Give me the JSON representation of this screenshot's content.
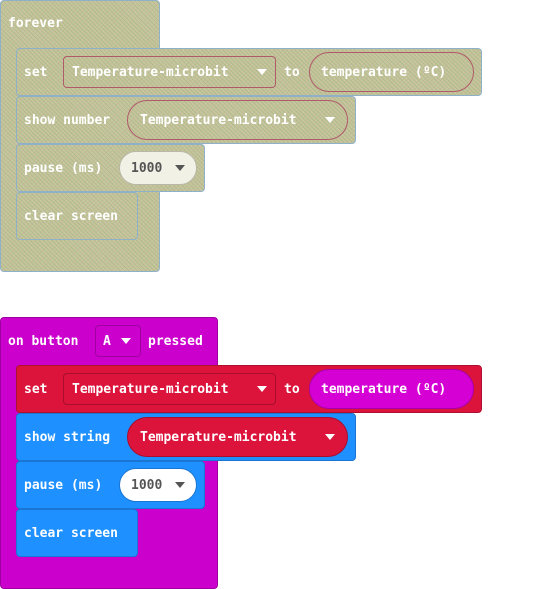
{
  "block1": {
    "hat_label": "forever",
    "set": {
      "label": "set",
      "variable": "Temperature-microbit",
      "to_label": "to",
      "value": "temperature (ºC)"
    },
    "show": {
      "label": "show number",
      "value": "Temperature-microbit"
    },
    "pause": {
      "label": "pause (ms)",
      "value": "1000"
    },
    "clear": {
      "label": "clear screen"
    }
  },
  "block2": {
    "hat_label": "on button",
    "button_value": "A",
    "pressed_label": "pressed",
    "set": {
      "label": "set",
      "variable": "Temperature-microbit",
      "to_label": "to",
      "value": "temperature (ºC)"
    },
    "show": {
      "label": "show string",
      "value": "Temperature-microbit"
    },
    "pause": {
      "label": "pause (ms)",
      "value": "1000"
    },
    "clear": {
      "label": "clear screen"
    }
  },
  "colors": {
    "event": "#cc00cc",
    "variables": "#dc143c",
    "basic": "#1e90ff",
    "input": "#d400d4",
    "disabled": "#c6c7a1"
  }
}
